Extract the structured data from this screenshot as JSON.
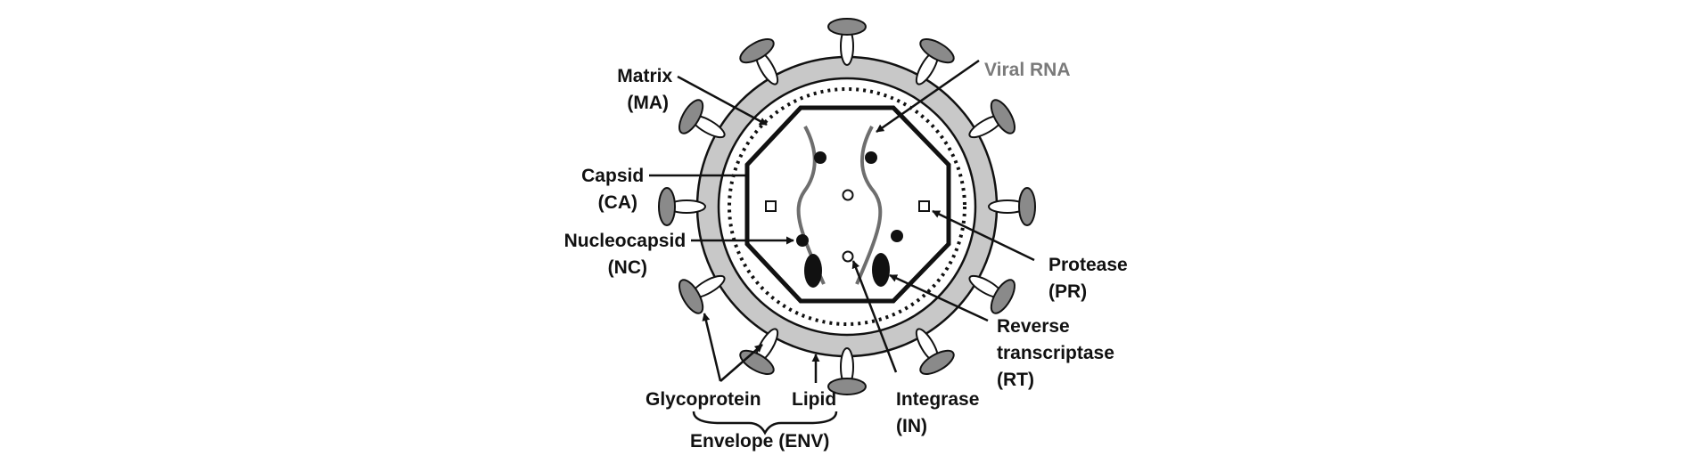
{
  "labels": {
    "matrix": [
      "Matrix",
      "(MA)"
    ],
    "capsid": [
      "Capsid",
      "(CA)"
    ],
    "nucleocapsid": [
      "Nucleocapsid",
      "(NC)"
    ],
    "viral_rna": "Viral RNA",
    "protease": [
      "Protease",
      "(PR)"
    ],
    "reverse_transcriptase": [
      "Reverse",
      "transcriptase",
      "(RT)"
    ],
    "integrase": [
      "Integrase",
      "(IN)"
    ],
    "glycoprotein": "Glycoprotein",
    "lipid": "Lipid",
    "envelope": "Envelope (ENV)"
  },
  "colors": {
    "outline": "#111111",
    "membrane": "#c8c8c8",
    "knob": "#8a8a8a",
    "rna": "#6e6e6e",
    "viral_rna_label": "#7a7a7a"
  }
}
